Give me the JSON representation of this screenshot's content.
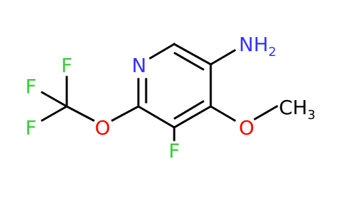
{
  "molecule": {
    "atoms": {
      "n_ring": {
        "label": "N",
        "color": "#3333ff"
      },
      "amine": {
        "label": "NH",
        "sub": "2",
        "color": "#3333ff"
      },
      "o_methoxy": {
        "label": "O",
        "color": "#ff0000"
      },
      "methyl": {
        "label": "CH",
        "sub": "3",
        "color": "#000000"
      },
      "f_ring": {
        "label": "F",
        "color": "#33cc33"
      },
      "o_ether": {
        "label": "O",
        "color": "#ff0000"
      },
      "f1": {
        "label": "F",
        "color": "#33cc33"
      },
      "f2": {
        "label": "F",
        "color": "#33cc33"
      },
      "f3": {
        "label": "F",
        "color": "#33cc33"
      }
    }
  }
}
